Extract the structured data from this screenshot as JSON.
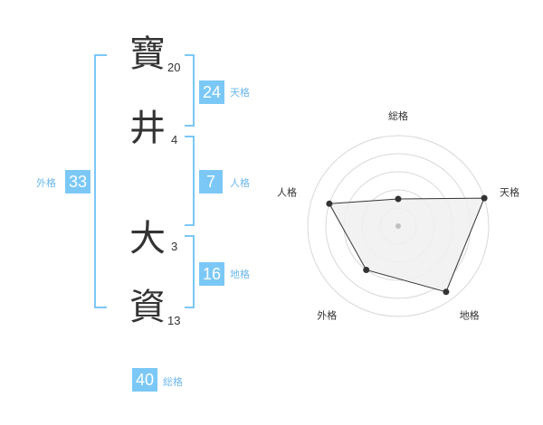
{
  "name_chars": [
    {
      "char": "寶",
      "strokes": "20"
    },
    {
      "char": "井",
      "strokes": "4"
    },
    {
      "char": "大",
      "strokes": "3"
    },
    {
      "char": "資",
      "strokes": "13"
    }
  ],
  "fortune": {
    "tenkaku": {
      "value": "24",
      "label": "天格"
    },
    "jinkaku": {
      "value": "7",
      "label": "人格"
    },
    "chikaku": {
      "value": "16",
      "label": "地格"
    },
    "gaikaku": {
      "value": "33",
      "label": "外格"
    },
    "soukaku": {
      "value": "40",
      "label": "総格"
    }
  },
  "radar": {
    "axes": [
      "総格",
      "天格",
      "地格",
      "外格",
      "人格"
    ],
    "max": 5,
    "rings": 5,
    "values": [
      1.5,
      5,
      4.5,
      3,
      4
    ],
    "colors": {
      "fill": "#f0f0f0",
      "line": "#333333",
      "grid": "#d8d8d8",
      "point": "#333333",
      "center": "#c0c0c0"
    }
  },
  "colors": {
    "accent": "#7bc8f6",
    "accent_text": "#6cb8ec",
    "text": "#333333"
  }
}
